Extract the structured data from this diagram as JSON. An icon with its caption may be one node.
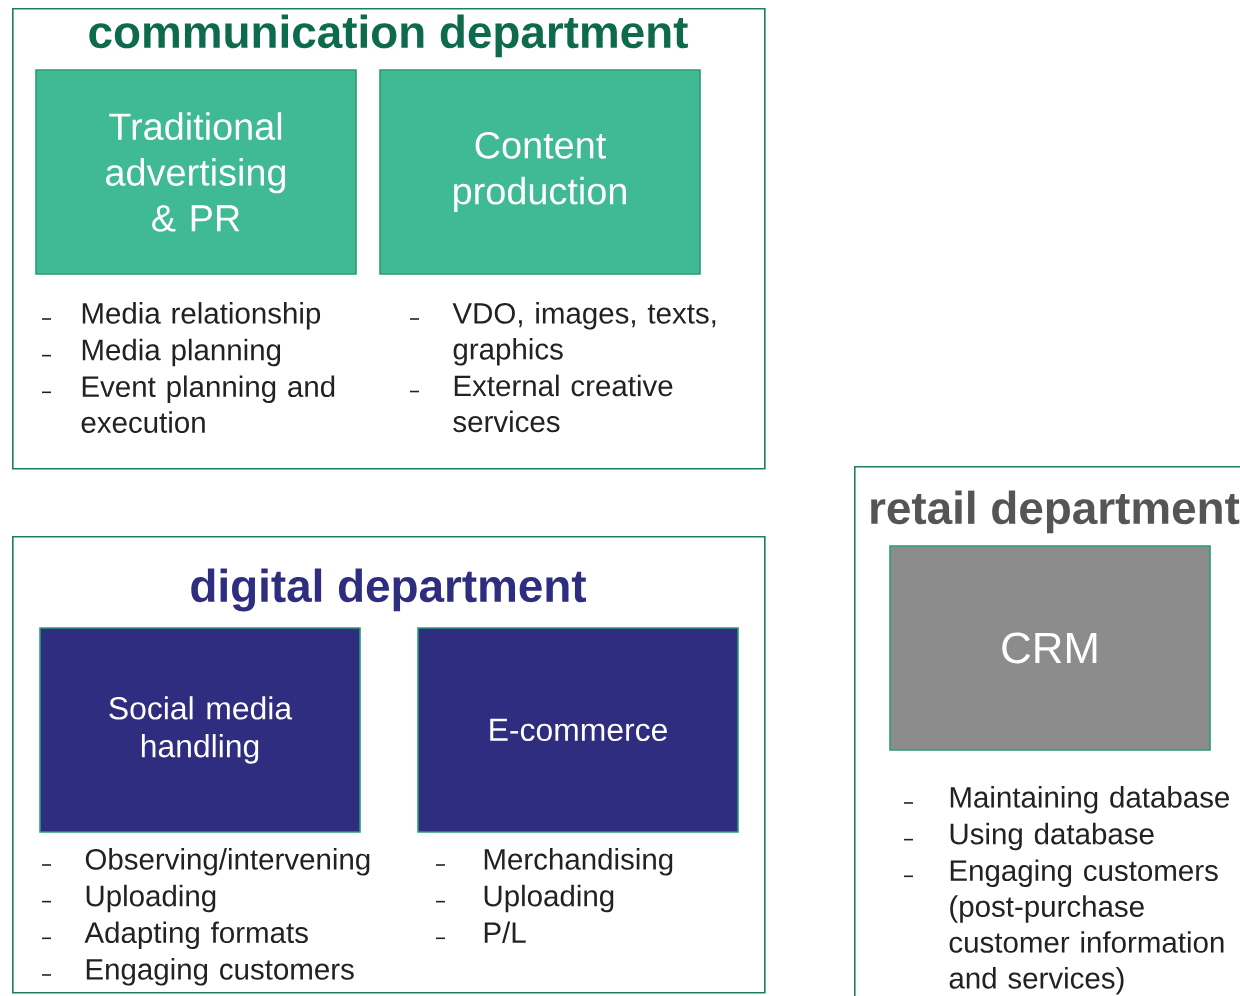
{
  "diagram": {
    "nodes": [
      {
        "text": [
          "communication department"
        ]
      },
      {
        "text": [
          "Traditional advertising & PR"
        ],
        "in": 0,
        "beside": [
          "Media relationship",
          "Media planning",
          "Event planning and execution"
        ]
      },
      {
        "text": [
          "Content production"
        ],
        "in": 0,
        "beside": [
          "VDO, images, texts, graphics",
          "External creative services"
        ]
      },
      {
        "text": [
          "digital department"
        ]
      },
      {
        "text": [
          "Social media handling"
        ],
        "in": 3,
        "beside": [
          "Observing/intervening",
          "Uploading",
          "Adapting formats",
          "Engaging customers"
        ]
      },
      {
        "text": [
          "E-commerce"
        ],
        "in": 3,
        "beside": [
          "Merchandising",
          "Uploading",
          "P/L"
        ]
      },
      {
        "text": [
          "retail department"
        ]
      },
      {
        "text": [
          "CRM"
        ],
        "in": 6,
        "beside": [
          "Maintaining database",
          "Using database",
          "Engaging customers (post-purchase customer information and services)"
        ]
      }
    ]
  }
}
